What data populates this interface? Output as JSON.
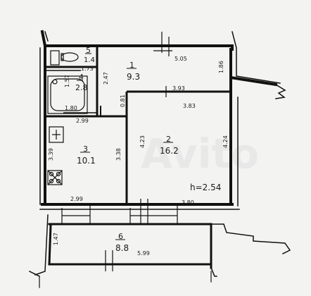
{
  "watermark": "Avito",
  "rooms": [
    {
      "number": "5",
      "area": "1.4"
    },
    {
      "number": "4",
      "area": "2.8"
    },
    {
      "number": "1",
      "area": "9.3"
    },
    {
      "number": "3",
      "area": "10.1"
    },
    {
      "number": "2",
      "area": "16.2"
    },
    {
      "number": "6",
      "area": "8.8"
    }
  ],
  "dimensions": {
    "d_173": "1.73",
    "d_157": "1.57",
    "d_180": "1.80",
    "d_247": "2.47",
    "d_505": "5.05",
    "d_186": "1.86",
    "d_081": "0.81",
    "d_393": "3.93",
    "d_383": "3.83",
    "d_299_top": "2.99",
    "d_339": "3.39",
    "d_338": "3.38",
    "d_423": "4.23",
    "d_424": "4.24",
    "d_299_bottom": "2.99",
    "d_380": "3.80",
    "d_147": "1.47",
    "d_599": "5.99"
  },
  "ceiling_height": "h=2.54"
}
